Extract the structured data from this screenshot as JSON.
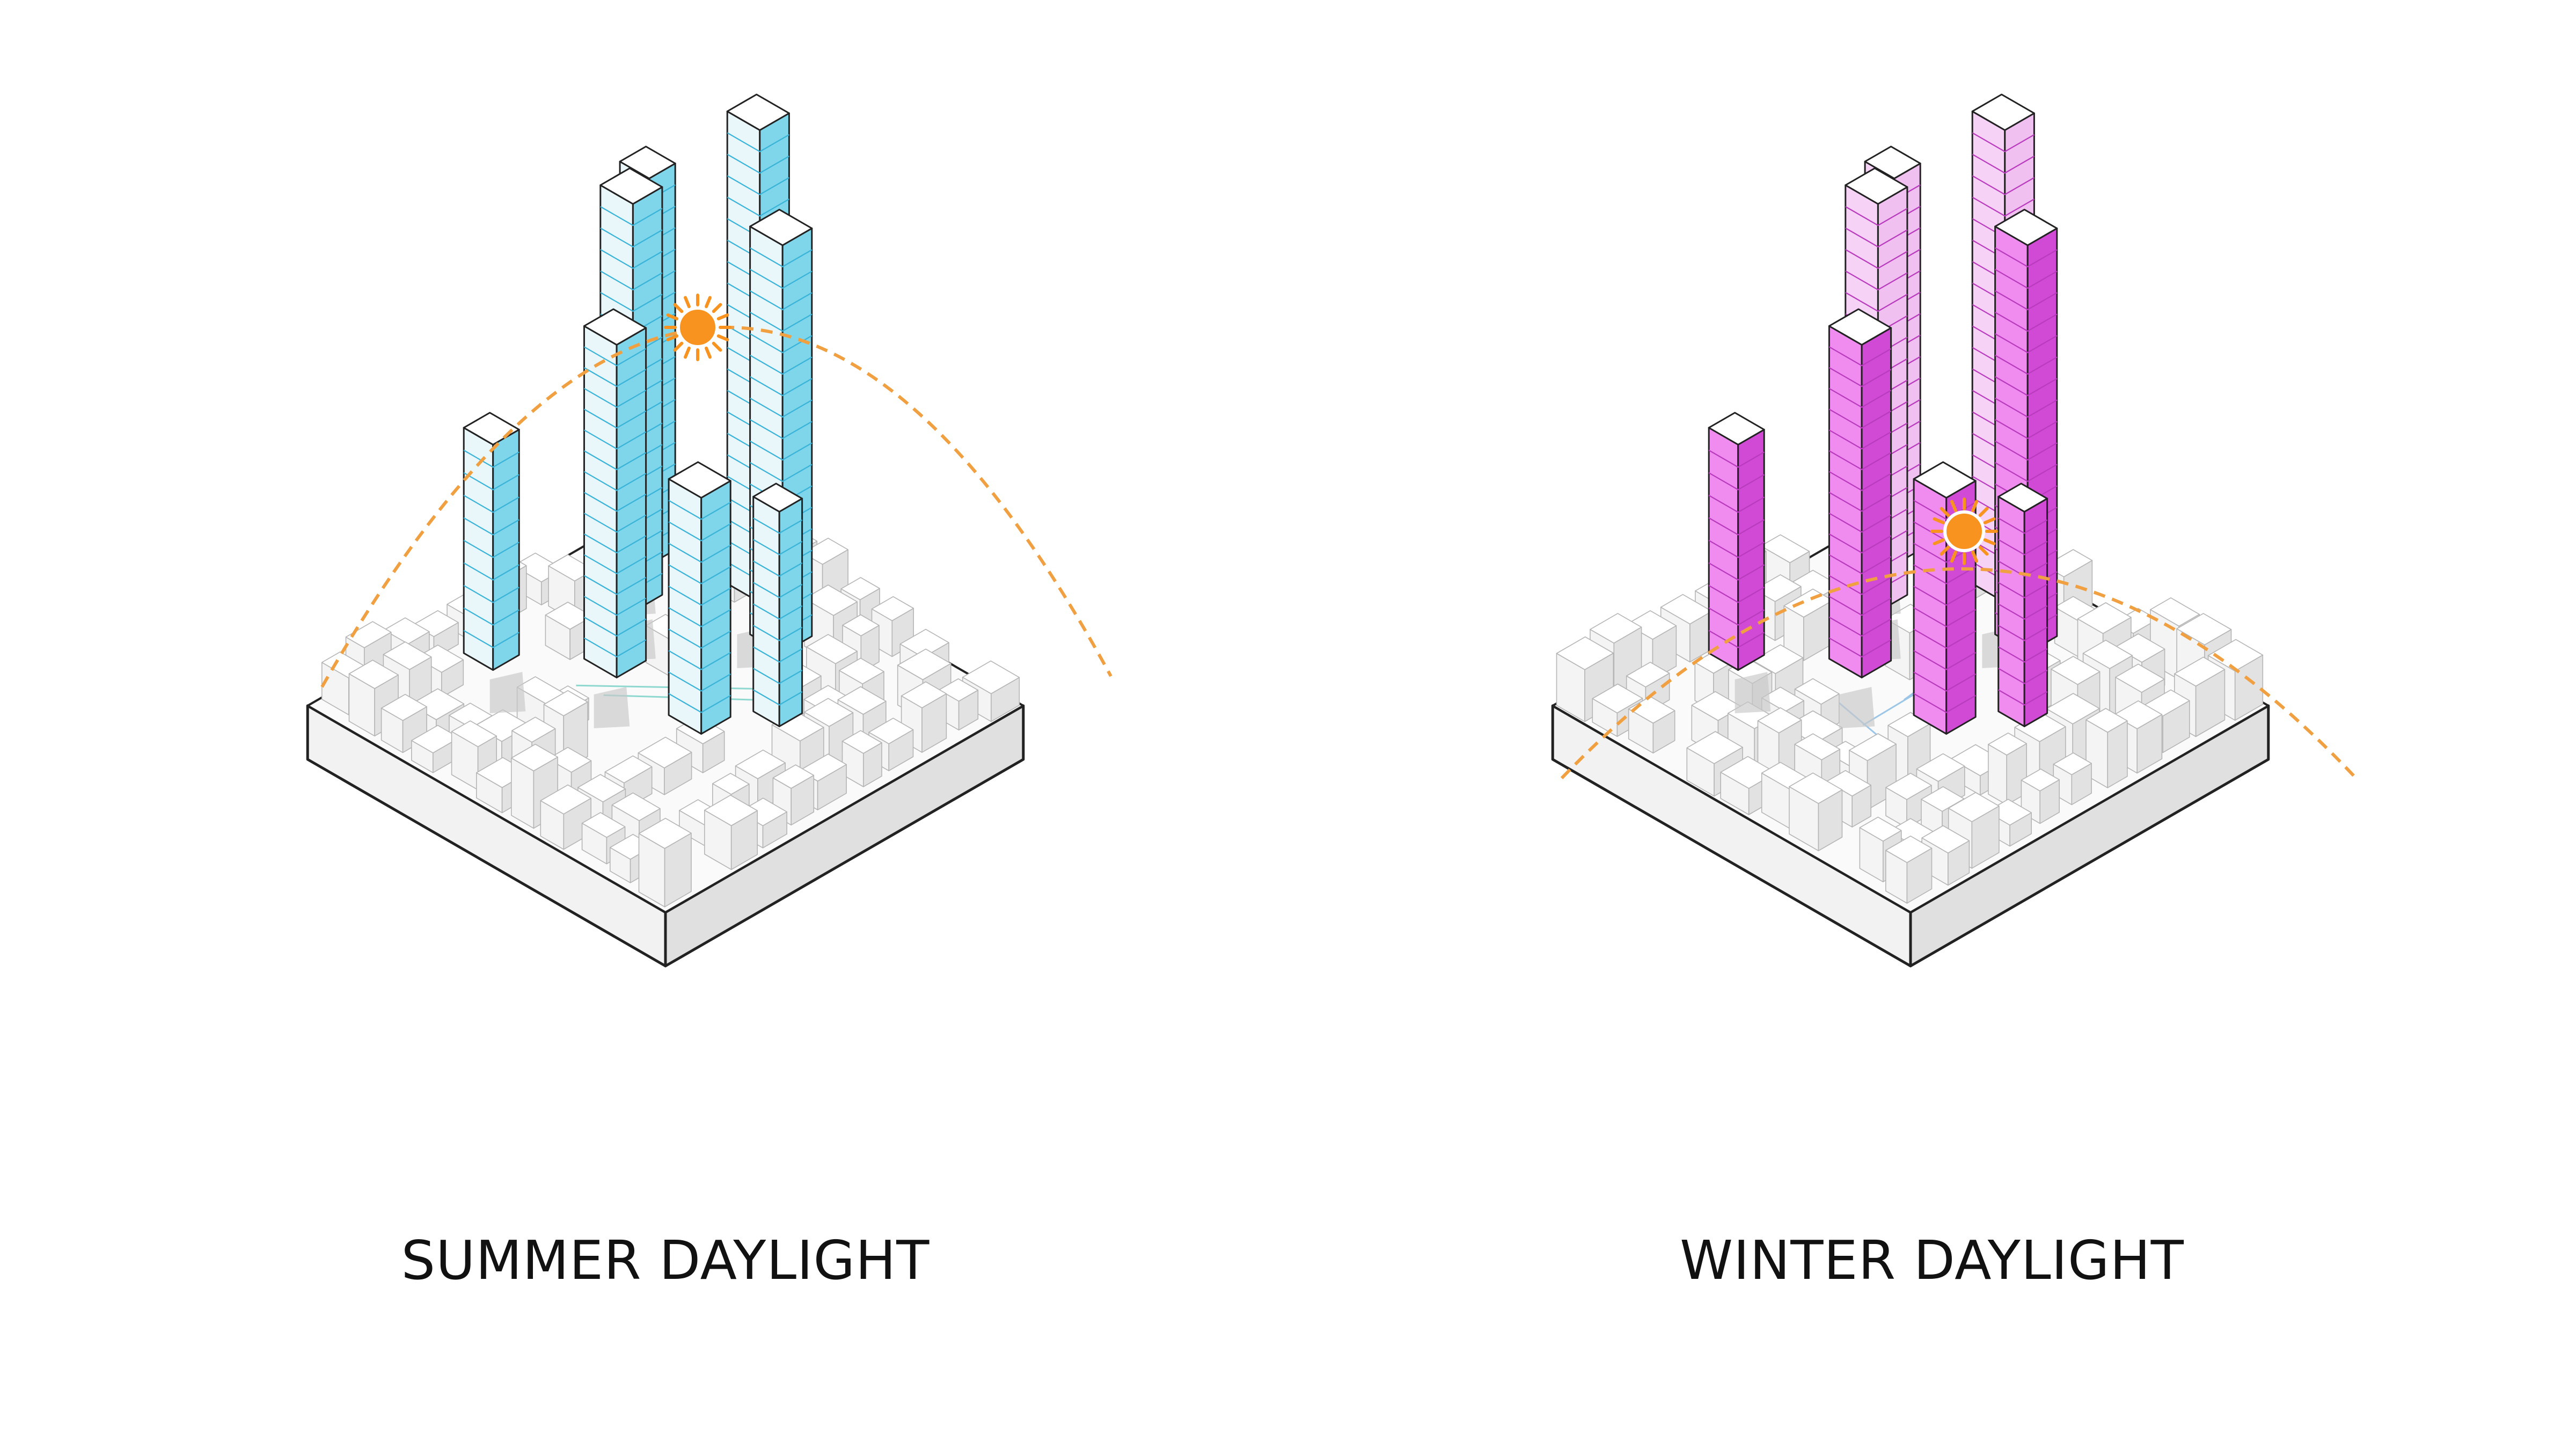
{
  "panels": [
    {
      "caption": "SUMMER DAYLIGHT",
      "season": "summer",
      "highlight_color": "#7fd6ea",
      "highlight_stroke": "#39b3d8",
      "sun_position": "high"
    },
    {
      "caption": "WINTER DAYLIGHT",
      "season": "winter",
      "highlight_color": "#f08cf0",
      "highlight_stroke": "#d14ad6",
      "sun_position": "low"
    }
  ],
  "colors": {
    "sun": "#f7931e",
    "sun_path": "#f0a040",
    "block_top": "#ffffff",
    "block_left": "#f4f4f4",
    "block_right": "#e2e2e2",
    "edge": "#222222",
    "thin_edge": "#b5b5b5",
    "shadow": "#c8c8c8",
    "street_lines_summer": "#8fd8d0",
    "street_lines_winter": "#9cc6e8"
  },
  "icons": {
    "sun": "sun-icon"
  }
}
